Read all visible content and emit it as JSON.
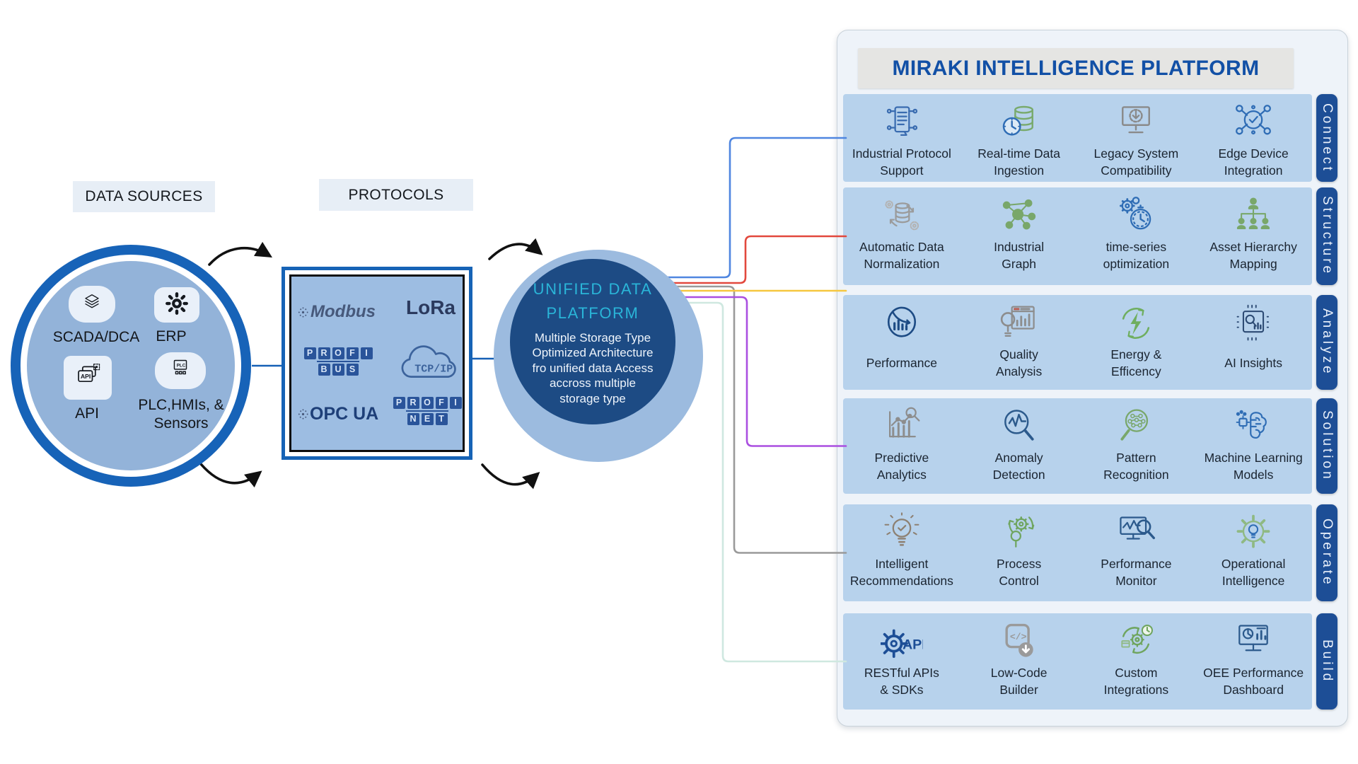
{
  "left_panel": {
    "label": "DATA SOURCES",
    "sources": [
      {
        "name": "SCADA/DCA",
        "icon": "layers-icon",
        "label_lines": [
          "SCADA/DCA"
        ]
      },
      {
        "name": "ERP",
        "icon": "gear-icon",
        "label_lines": [
          "ERP"
        ]
      },
      {
        "name": "API",
        "icon": "api-icon",
        "label_lines": [
          "API"
        ]
      },
      {
        "name": "PLC,HMIs, & Sensors",
        "icon": "plc-icon",
        "label_lines": [
          "PLC,HMIs, &",
          "Sensors"
        ]
      }
    ]
  },
  "protocols_panel": {
    "label": "PROTOCOLS",
    "items": [
      {
        "name": "Modbus",
        "style": "modbus"
      },
      {
        "name": "LoRa",
        "style": "bold"
      },
      {
        "name": "PROFIBUS",
        "style": "tiles",
        "rows": [
          "PROFI",
          "BUS"
        ]
      },
      {
        "name": "TCP/IP",
        "style": "cloud"
      },
      {
        "name": "OPC UA",
        "style": "opcua"
      },
      {
        "name": "PROFINET",
        "style": "tiles",
        "rows": [
          "PROFI",
          "NET"
        ]
      }
    ]
  },
  "hub": {
    "title_lines": [
      "UNIFIED DATA",
      "PLATFORM"
    ],
    "body_lines": [
      "Multiple Storage Type",
      "Optimized Architecture",
      "fro unified data Access",
      "accross multiple",
      "storage type"
    ]
  },
  "platform": {
    "title": "MIRAKI INTELLIGENCE PLATFORM",
    "rows": [
      {
        "tab": "Connect",
        "line_color": "#4f86e0",
        "items": [
          {
            "label_lines": [
              "Industrial Protocol",
              "Support"
            ],
            "icon": "industrial-protocol-icon"
          },
          {
            "label_lines": [
              "Real-time Data",
              "Ingestion"
            ],
            "icon": "realtime-ingestion-icon"
          },
          {
            "label_lines": [
              "Legacy System",
              "Compatibility"
            ],
            "icon": "legacy-system-icon"
          },
          {
            "label_lines": [
              "Edge Device",
              "Integration"
            ],
            "icon": "edge-device-icon"
          }
        ]
      },
      {
        "tab": "Structure",
        "line_color": "#e2483d",
        "items": [
          {
            "label_lines": [
              "Automatic Data",
              "Normalization"
            ],
            "icon": "auto-normalization-icon"
          },
          {
            "label_lines": [
              "Industrial",
              "Graph"
            ],
            "icon": "industrial-graph-icon"
          },
          {
            "label_lines": [
              "time-series",
              "optimization"
            ],
            "icon": "timeseries-icon"
          },
          {
            "label_lines": [
              "Asset Hierarchy",
              "Mapping"
            ],
            "icon": "asset-hierarchy-icon"
          }
        ]
      },
      {
        "tab": "Analyze",
        "line_color": "#f6c73f",
        "items": [
          {
            "label_lines": [
              "Performance"
            ],
            "icon": "performance-icon"
          },
          {
            "label_lines": [
              "Quality",
              "Analysis"
            ],
            "icon": "quality-analysis-icon"
          },
          {
            "label_lines": [
              "Energy &",
              "Efficency"
            ],
            "icon": "energy-icon"
          },
          {
            "label_lines": [
              "AI Insights"
            ],
            "icon": "ai-insights-icon"
          }
        ]
      },
      {
        "tab": "Solution",
        "line_color": "#aa4fe0",
        "items": [
          {
            "label_lines": [
              "Predictive",
              "Analytics"
            ],
            "icon": "predictive-icon"
          },
          {
            "label_lines": [
              "Anomaly",
              "Detection"
            ],
            "icon": "anomaly-icon"
          },
          {
            "label_lines": [
              "Pattern",
              "Recognition"
            ],
            "icon": "pattern-icon"
          },
          {
            "label_lines": [
              "Machine Learning",
              "Models"
            ],
            "icon": "ml-models-icon"
          }
        ]
      },
      {
        "tab": "Operate",
        "line_color": "#9a9a9a",
        "items": [
          {
            "label_lines": [
              "Intelligent",
              "Recommendations"
            ],
            "icon": "intelligent-reco-icon"
          },
          {
            "label_lines": [
              "Process",
              "Control"
            ],
            "icon": "process-control-icon"
          },
          {
            "label_lines": [
              "Performance",
              "Monitor"
            ],
            "icon": "performance-monitor-icon"
          },
          {
            "label_lines": [
              "Operational",
              "Intelligence"
            ],
            "icon": "operational-intel-icon"
          }
        ]
      },
      {
        "tab": "Build",
        "line_color": "#cfe8e0",
        "items": [
          {
            "label_lines": [
              "RESTful APIs",
              "& SDKs"
            ],
            "icon": "restful-api-icon"
          },
          {
            "label_lines": [
              "Low-Code",
              "Builder"
            ],
            "icon": "lowcode-icon"
          },
          {
            "label_lines": [
              "Custom",
              "Integrations"
            ],
            "icon": "custom-integrations-icon"
          },
          {
            "label_lines": [
              "OEE Performance",
              "Dashboard"
            ],
            "icon": "oee-dashboard-icon"
          }
        ]
      }
    ]
  },
  "colors": {
    "ring_blue": "#1763b8",
    "hub_fill": "#1d4b84",
    "hub_title": "#2ab5d8",
    "panel_title": "#1250a6",
    "row_bg": "#b7d2ec",
    "tab_bg": "#1d4e96",
    "connector_blue": "#1660b6",
    "arrow_black": "#111111"
  }
}
